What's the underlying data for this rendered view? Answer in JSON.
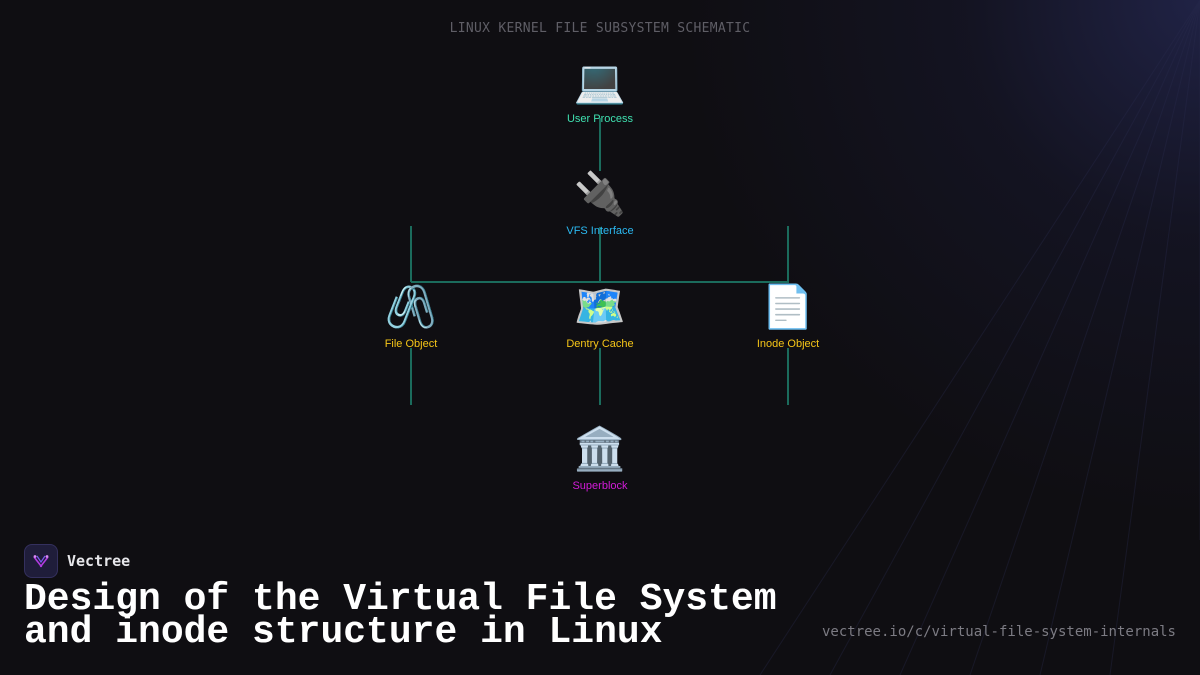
{
  "schematic_title": "LINUX KERNEL FILE SUBSYSTEM SCHEMATIC",
  "colors": {
    "background": "#0f0e12",
    "connector": "#1b6b5c",
    "user_process": "#3fe0b0",
    "vfs_interface": "#2bb8f0",
    "object_layer": "#f5c518",
    "superblock": "#d21bd8"
  },
  "nodes": {
    "user_process": {
      "icon": "laptop-icon",
      "glyph": "💻",
      "label": "User Process"
    },
    "vfs_interface": {
      "icon": "plug-icon",
      "glyph": "🔌",
      "label": "VFS Interface"
    },
    "file_object": {
      "icon": "paperclips-icon",
      "glyph": "🖇️",
      "label": "File Object"
    },
    "dentry_cache": {
      "icon": "world-map-icon",
      "glyph": "🗺️",
      "label": "Dentry Cache"
    },
    "inode_object": {
      "icon": "document-icon",
      "glyph": "📄",
      "label": "Inode Object"
    },
    "superblock": {
      "icon": "classical-building-icon",
      "glyph": "🏛️",
      "label": "Superblock"
    }
  },
  "brand": {
    "name": "Vectree",
    "icon": "vectree-logo-icon"
  },
  "headline": {
    "line1": "Design of the Virtual File System",
    "line2": "and inode structure in Linux"
  },
  "url": "vectree.io/c/virtual-file-system-internals"
}
